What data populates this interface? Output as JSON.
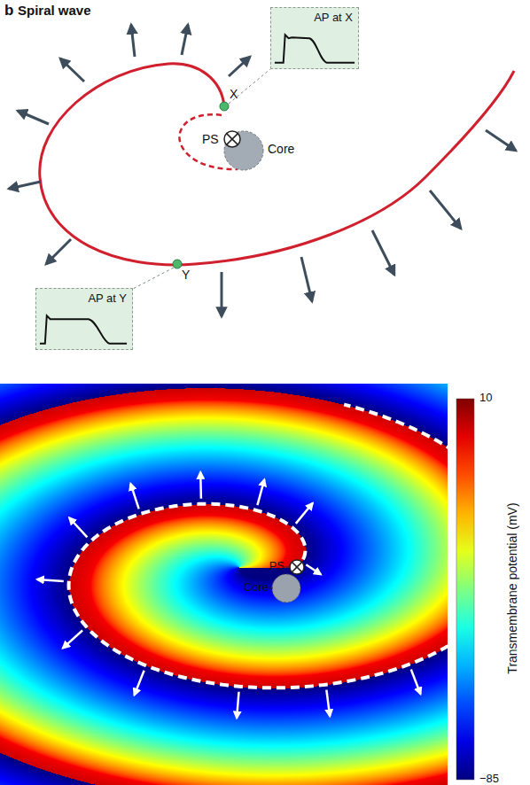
{
  "diagram": {
    "title": "Spiral wave",
    "nodes": [
      {
        "text": [
          "AP at X"
        ]
      },
      {
        "text": [
          "AP at Y"
        ]
      }
    ],
    "labels": [
      "b",
      "PS",
      "Core",
      "X",
      "Y",
      "PS",
      "Core",
      "10",
      "−85",
      "Transmembrane potential (mV)"
    ]
  }
}
